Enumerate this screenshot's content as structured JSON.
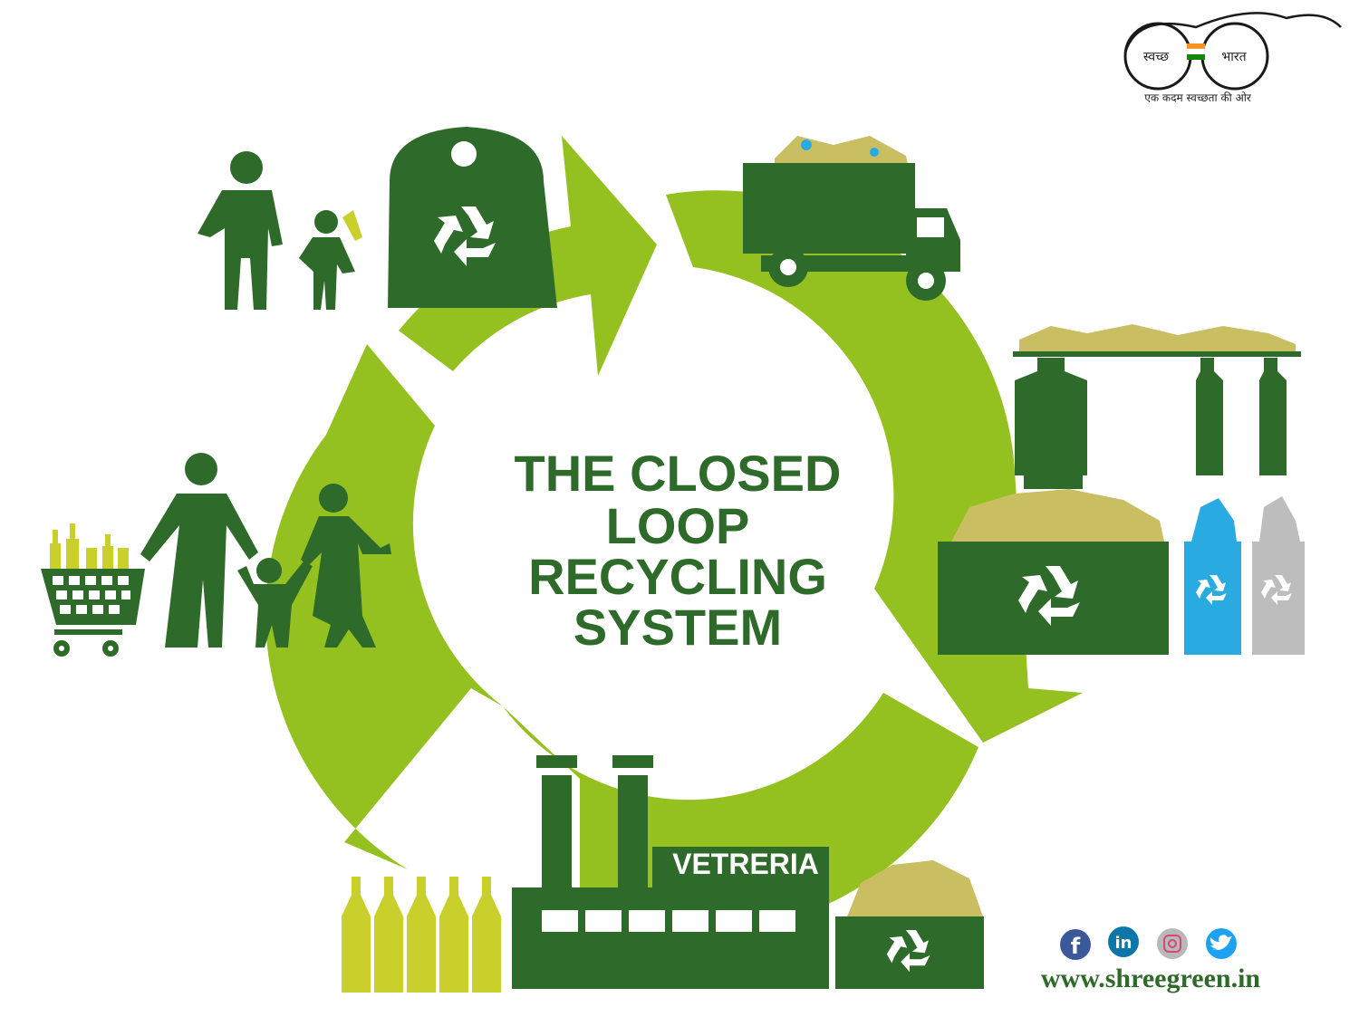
{
  "logo": {
    "left_word": "स्वच्छ",
    "right_word": "भारत",
    "tagline": "एक कदम स्वच्छता की ओर",
    "tricolor": [
      "#f7931e",
      "#ffffff",
      "#138808"
    ]
  },
  "title_lines": [
    "THE CLOSED",
    "LOOP",
    "RECYCLING",
    "SYSTEM"
  ],
  "factory_sign": "VETRERIA",
  "website": "www.shreegreen.in",
  "social_icons": [
    {
      "name": "facebook-icon",
      "glyph": "f",
      "color": "#3b5998"
    },
    {
      "name": "linkedin-icon",
      "glyph": "in",
      "color": "#0e76a8"
    },
    {
      "name": "instagram-icon",
      "glyph": "◎",
      "color": "#b9b9b9"
    },
    {
      "name": "twitter-icon",
      "glyph": "🐦",
      "color": "#1da1f2"
    }
  ],
  "colors": {
    "dark_green": "#2e6a2a",
    "arrow_green": "#94c11f",
    "bottle_yellow": "#c9cf2b",
    "blue_bin": "#29abe2",
    "gray_bin": "#bdbdbd"
  },
  "stages": [
    {
      "name": "stage-dispose",
      "icon": "family-and-bin-icon"
    },
    {
      "name": "stage-collect",
      "icon": "truck-icon"
    },
    {
      "name": "stage-sort",
      "icon": "sorting-machine-icon"
    },
    {
      "name": "stage-manufacture",
      "icon": "factory-icon"
    },
    {
      "name": "stage-purchase",
      "icon": "shopping-family-icon"
    }
  ]
}
